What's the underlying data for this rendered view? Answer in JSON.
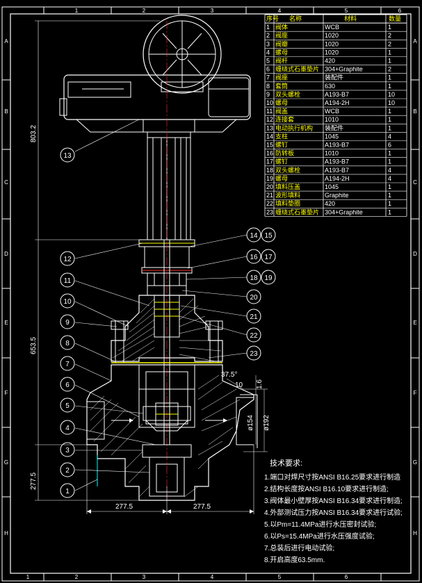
{
  "frame": {
    "top_cols": [
      "1",
      "2",
      "3",
      "4",
      "5",
      "6"
    ],
    "bottom_cols": [
      "1",
      "2",
      "3",
      "4",
      "5",
      "6"
    ],
    "left_rows": [
      "A",
      "B",
      "C",
      "D",
      "E",
      "F",
      "G",
      "H"
    ],
    "right_rows": [
      "A",
      "B",
      "C",
      "D",
      "E",
      "F",
      "G",
      "H"
    ]
  },
  "bom": {
    "headers": [
      "序号",
      "名称",
      "材料",
      "数量"
    ],
    "rows": [
      [
        "1",
        "阀体",
        "WCB",
        "1"
      ],
      [
        "2",
        "阀座",
        "1020",
        "2"
      ],
      [
        "3",
        "阀瓣",
        "1020",
        "2"
      ],
      [
        "4",
        "螺母",
        "1020",
        "1"
      ],
      [
        "5",
        "阀杆",
        "420",
        "1"
      ],
      [
        "6",
        "缠绕式石墨垫片",
        "304+Graphite",
        "2"
      ],
      [
        "7",
        "阀座",
        "装配件",
        "1"
      ],
      [
        "8",
        "套筒",
        "630",
        "1"
      ],
      [
        "9",
        "双头螺栓",
        "A193-B7",
        "10"
      ],
      [
        "10",
        "螺母",
        "A194-2H",
        "10"
      ],
      [
        "11",
        "阀盖",
        "WCB",
        "1"
      ],
      [
        "12",
        "连接套",
        "1010",
        "1"
      ],
      [
        "13",
        "电动执行机构",
        "装配件",
        "1"
      ],
      [
        "14",
        "支柱",
        "1045",
        "4"
      ],
      [
        "15",
        "螺钉",
        "A193-B7",
        "6"
      ],
      [
        "16",
        "防转板",
        "1010",
        "1"
      ],
      [
        "17",
        "螺钉",
        "A193-B7",
        "1"
      ],
      [
        "18",
        "双头螺栓",
        "A193-B7",
        "4"
      ],
      [
        "19",
        "螺母",
        "A194-2H",
        "4"
      ],
      [
        "20",
        "填料压盖",
        "1045",
        "1"
      ],
      [
        "21",
        "波形填料",
        "Graphite",
        "1"
      ],
      [
        "22",
        "填料垫圈",
        "420",
        "1"
      ],
      [
        "23",
        "缠绕式石墨垫片",
        "304+Graphite",
        "1"
      ]
    ]
  },
  "dimensions": {
    "overall_height": "803.2",
    "mid_height": "653.5",
    "lower_height": "277.5",
    "half_length_left": "277.5",
    "half_length_right": "277.5",
    "angle": "37.5°",
    "d10": "10",
    "d16": "1.6",
    "d154": "ø154",
    "d192": "ø192"
  },
  "balloons": [
    "1",
    "2",
    "3",
    "4",
    "5",
    "6",
    "7",
    "8",
    "9",
    "10",
    "11",
    "12",
    "13",
    "14",
    "15",
    "16",
    "17",
    "18",
    "19",
    "20",
    "21",
    "22",
    "23"
  ],
  "notes": {
    "title": "技术要求:",
    "items": [
      "1.端口对焊尺寸按ANSI B16.25要求进行制造",
      "2.结构长度按ANSI B16.10要求进行制造;",
      "3.阀体最小壁厚按ANSI B16.34要求进行制造;",
      "4.外部测试压力按ANSI B16.34要求进行试验;",
      "5.以Pm=11.4MPa进行水压密封试验;",
      "6.以Ps=15.4MPa进行水压强度试验;",
      "7.总装后进行电动试验;",
      "8.开启高度63.5mm."
    ]
  },
  "colors": {
    "background": "#000000",
    "line_white": "#ffffff",
    "line_yellow": "#ffff00",
    "line_cyan": "#00ffff",
    "line_green": "#00ff00",
    "line_red": "#ff3030"
  }
}
